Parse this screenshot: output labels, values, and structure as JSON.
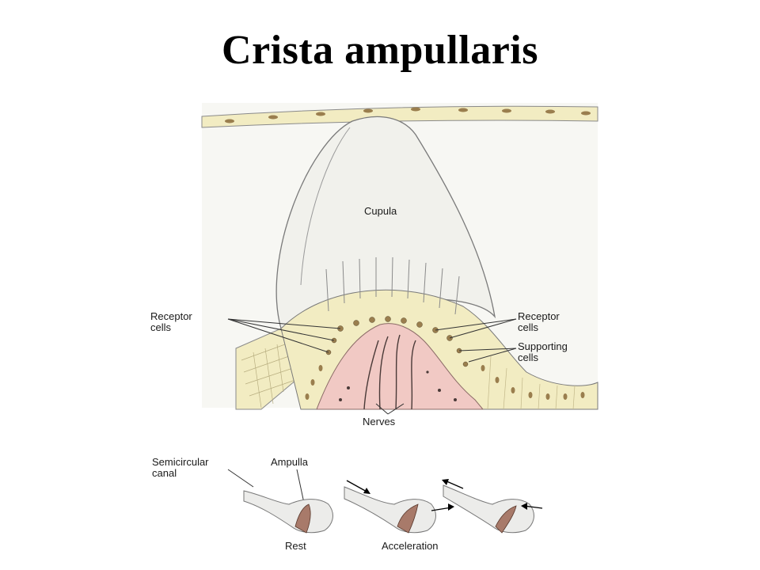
{
  "title": "Crista ampullaris",
  "labels": {
    "cupula": "Cupula",
    "receptor_left_1": "Receptor",
    "receptor_left_2": "cells",
    "receptor_right_1": "Receptor",
    "receptor_right_2": "cells",
    "supporting_1": "Supporting",
    "supporting_2": "cells",
    "nerves": "Nerves",
    "semicircular_1": "Semicircular",
    "semicircular_2": "canal",
    "ampulla": "Ampulla",
    "rest": "Rest",
    "acceleration": "Acceleration"
  },
  "colors": {
    "epithelium": "#f2ecc2",
    "cupula_fill": "#f1f1ec",
    "nerve_tissue": "#f1c9c4",
    "nucleus": "#9a7e4e",
    "outline": "#6b6b6b"
  }
}
